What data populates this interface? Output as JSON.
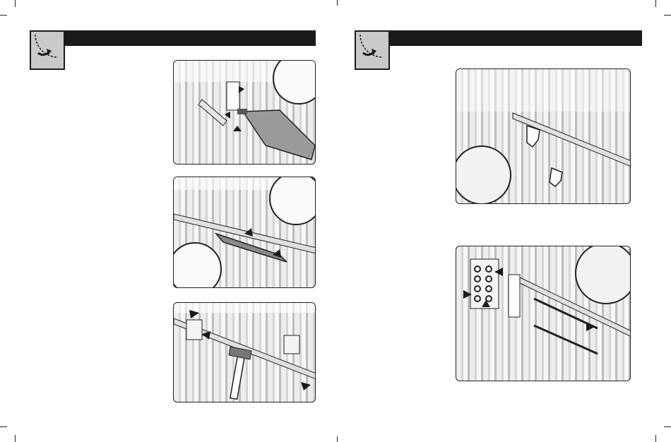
{
  "pages": [
    {
      "side": "left",
      "header_title": "",
      "step_icon": "rotate-arrow-icon",
      "illustrations": [
        {
          "name": "bracket-drill-illustration",
          "icon": "drill-icon"
        },
        {
          "name": "arm-mount-illustration",
          "icon": "bracket-icon"
        },
        {
          "name": "hammer-tap-illustration",
          "icon": "hammer-icon"
        }
      ]
    },
    {
      "side": "right",
      "header_title": "",
      "step_icon": "rotate-arrow-icon",
      "illustrations": [
        {
          "name": "drill-holes-illustration",
          "icon": "drill-icon"
        },
        {
          "name": "bolt-bracket-illustration",
          "icon": "bolt-icon"
        }
      ]
    }
  ],
  "colors": {
    "ink": "#1a1a1a",
    "badge": "#c9c9c9",
    "paper": "#ffffff"
  }
}
